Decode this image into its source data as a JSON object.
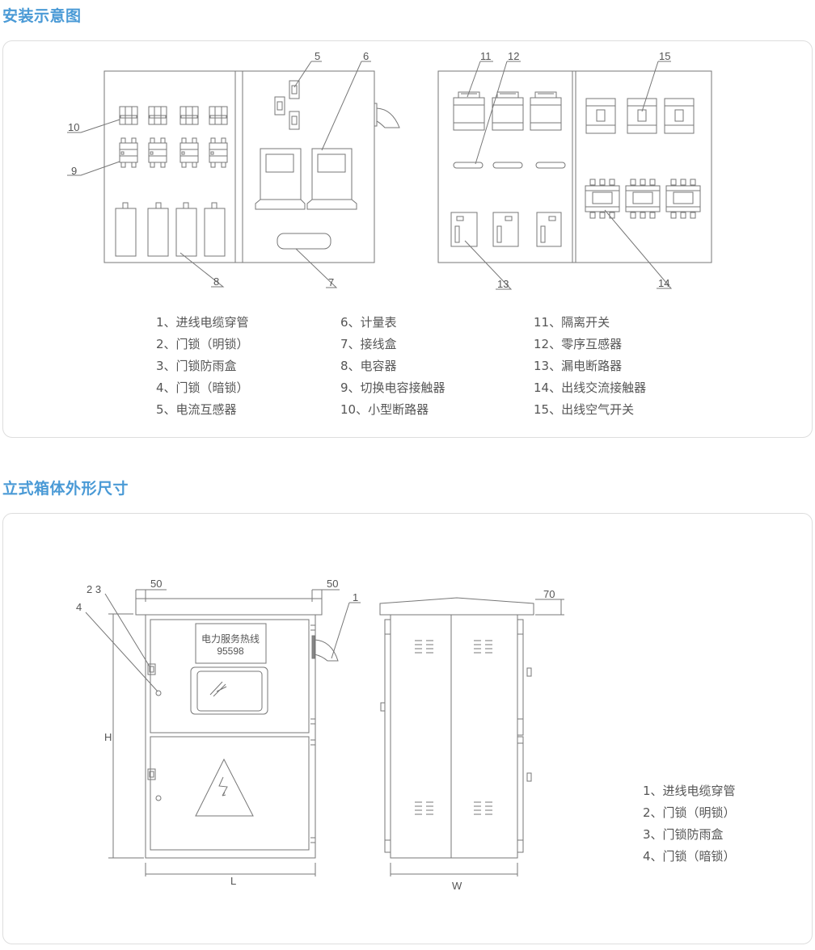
{
  "section1": {
    "title": "安装示意图",
    "callouts": {
      "c5": "5",
      "c6": "6",
      "c7": "7",
      "c8": "8",
      "c9": "9",
      "c10": "10",
      "c11": "11",
      "c12": "12",
      "c13": "13",
      "c14": "14",
      "c15": "15"
    },
    "legend": [
      [
        "1、进线电缆穿管",
        "2、门锁（明锁）",
        "3、门锁防雨盒",
        "4、门锁（暗锁）",
        "5、电流互感器"
      ],
      [
        "6、计量表",
        "7、接线盒",
        "8、电容器",
        "9、切换电容接触器",
        "10、小型断路器"
      ],
      [
        "11、隔离开关",
        "12、零序互感器",
        "13、漏电断路器",
        "14、出线交流接触器",
        "15、出线空气开关"
      ]
    ]
  },
  "section2": {
    "title": "立式箱体外形尺寸",
    "sign_line1": "电力服务热线",
    "sign_line2": "95598",
    "dims": {
      "left_overhang": "50",
      "right_overhang": "50",
      "roof_height": "70",
      "height": "H",
      "length": "L",
      "width": "W"
    },
    "callouts": {
      "c1": "1",
      "c23": "2 3",
      "c4": "4"
    },
    "legend": [
      "1、进线电缆穿管",
      "2、门锁（明锁）",
      "3、门锁防雨盒",
      "4、门锁（暗锁）"
    ]
  }
}
